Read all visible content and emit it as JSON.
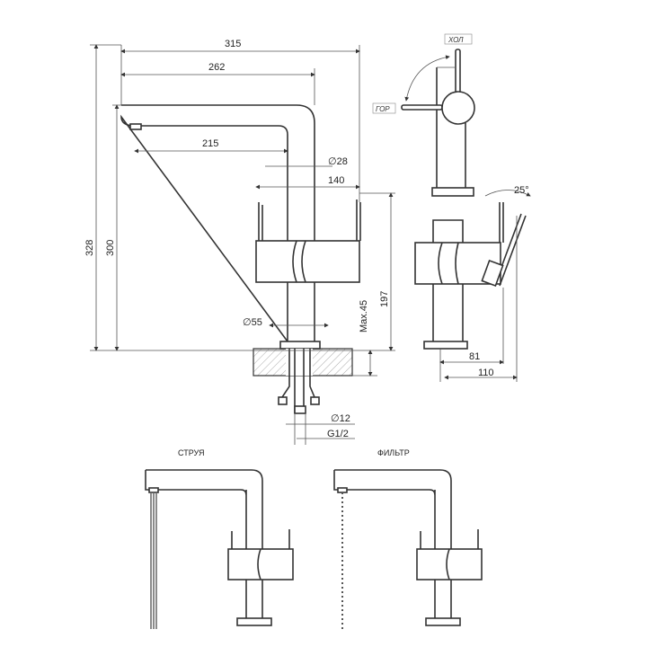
{
  "dimensions": {
    "width_total": "315",
    "spout_reach": "262",
    "spout_to_body": "215",
    "body_diameter": "∅28",
    "handle_span": "140",
    "height_total": "328",
    "spout_height": "300",
    "base_diameter": "∅55",
    "max_counter": "Max.45",
    "handle_height": "197",
    "hose_diameter": "∅12",
    "thread": "G1/2",
    "lever_angle": "25°",
    "side_depth_lever": "81",
    "side_depth_total": "110"
  },
  "lever_positions": {
    "cold": "ХОЛ",
    "hot": "ГОР"
  },
  "modes": [
    {
      "label": "СТРУЯ"
    },
    {
      "label": "ФИЛЬТР"
    }
  ]
}
